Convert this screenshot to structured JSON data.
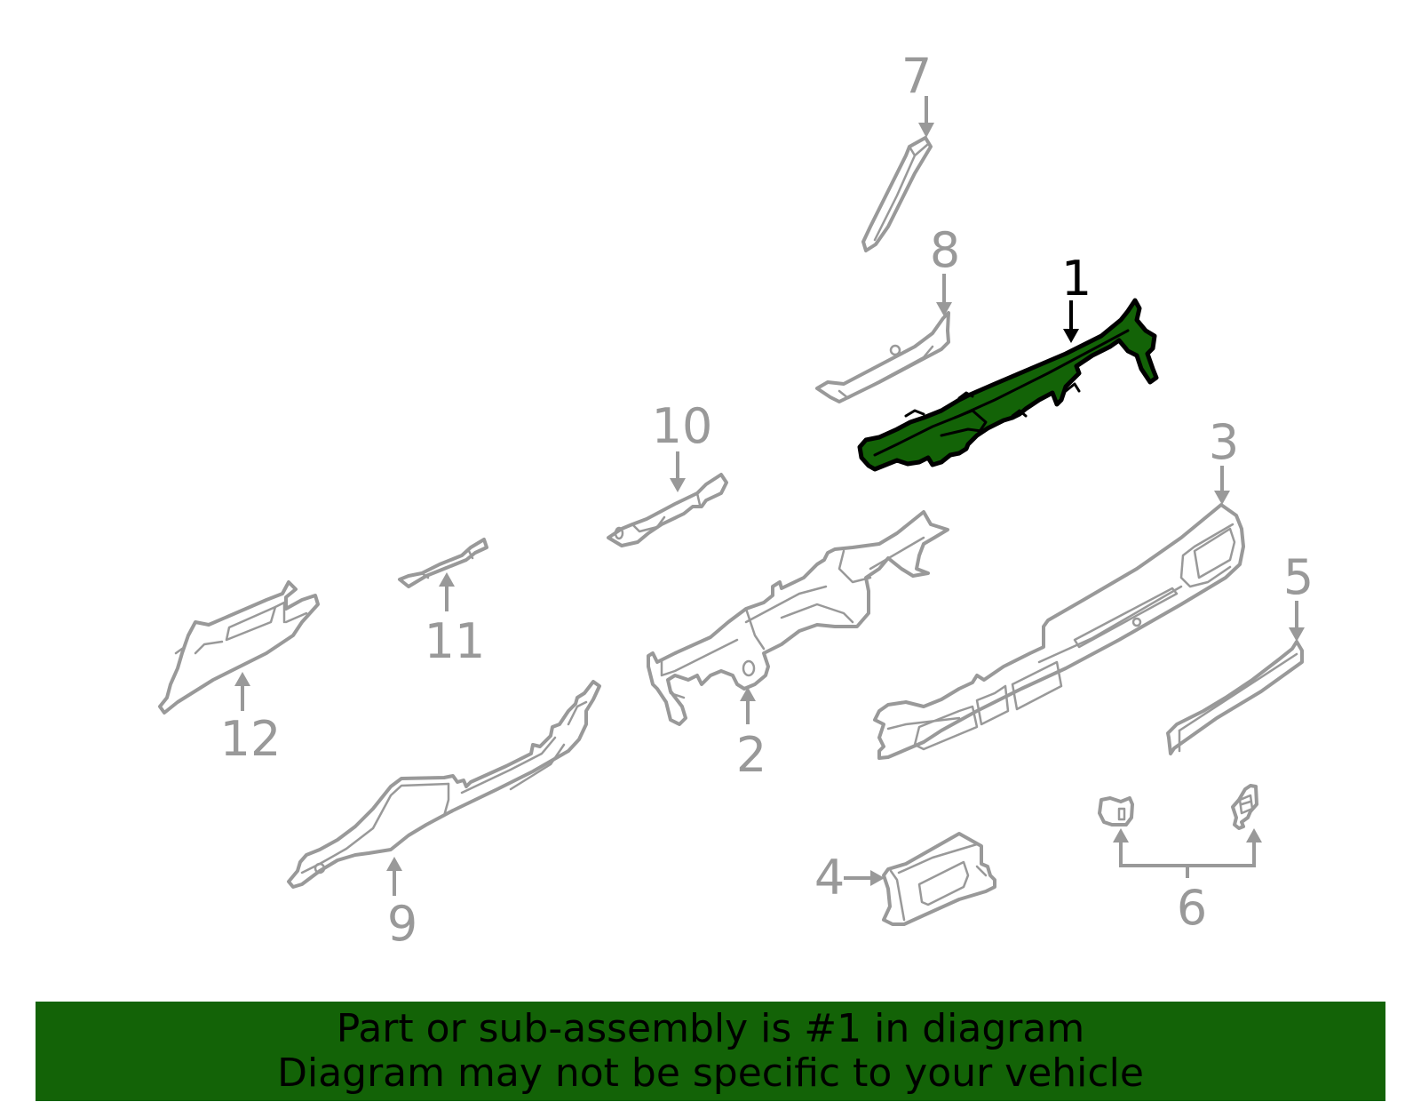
{
  "diagram": {
    "highlight_color": "#136307",
    "part_outline_color": "#999999",
    "highlighted_outline_color": "#000000",
    "callouts": [
      {
        "number": "1",
        "highlighted": true
      },
      {
        "number": "2",
        "highlighted": false
      },
      {
        "number": "3",
        "highlighted": false
      },
      {
        "number": "4",
        "highlighted": false
      },
      {
        "number": "5",
        "highlighted": false
      },
      {
        "number": "6",
        "highlighted": false
      },
      {
        "number": "7",
        "highlighted": false
      },
      {
        "number": "8",
        "highlighted": false
      },
      {
        "number": "9",
        "highlighted": false
      },
      {
        "number": "10",
        "highlighted": false
      },
      {
        "number": "11",
        "highlighted": false
      },
      {
        "number": "12",
        "highlighted": false
      }
    ]
  },
  "banner": {
    "background": "#136307",
    "line1": "Part or sub-assembly is #1 in diagram",
    "line2": "Diagram may not be specific to your vehicle"
  }
}
